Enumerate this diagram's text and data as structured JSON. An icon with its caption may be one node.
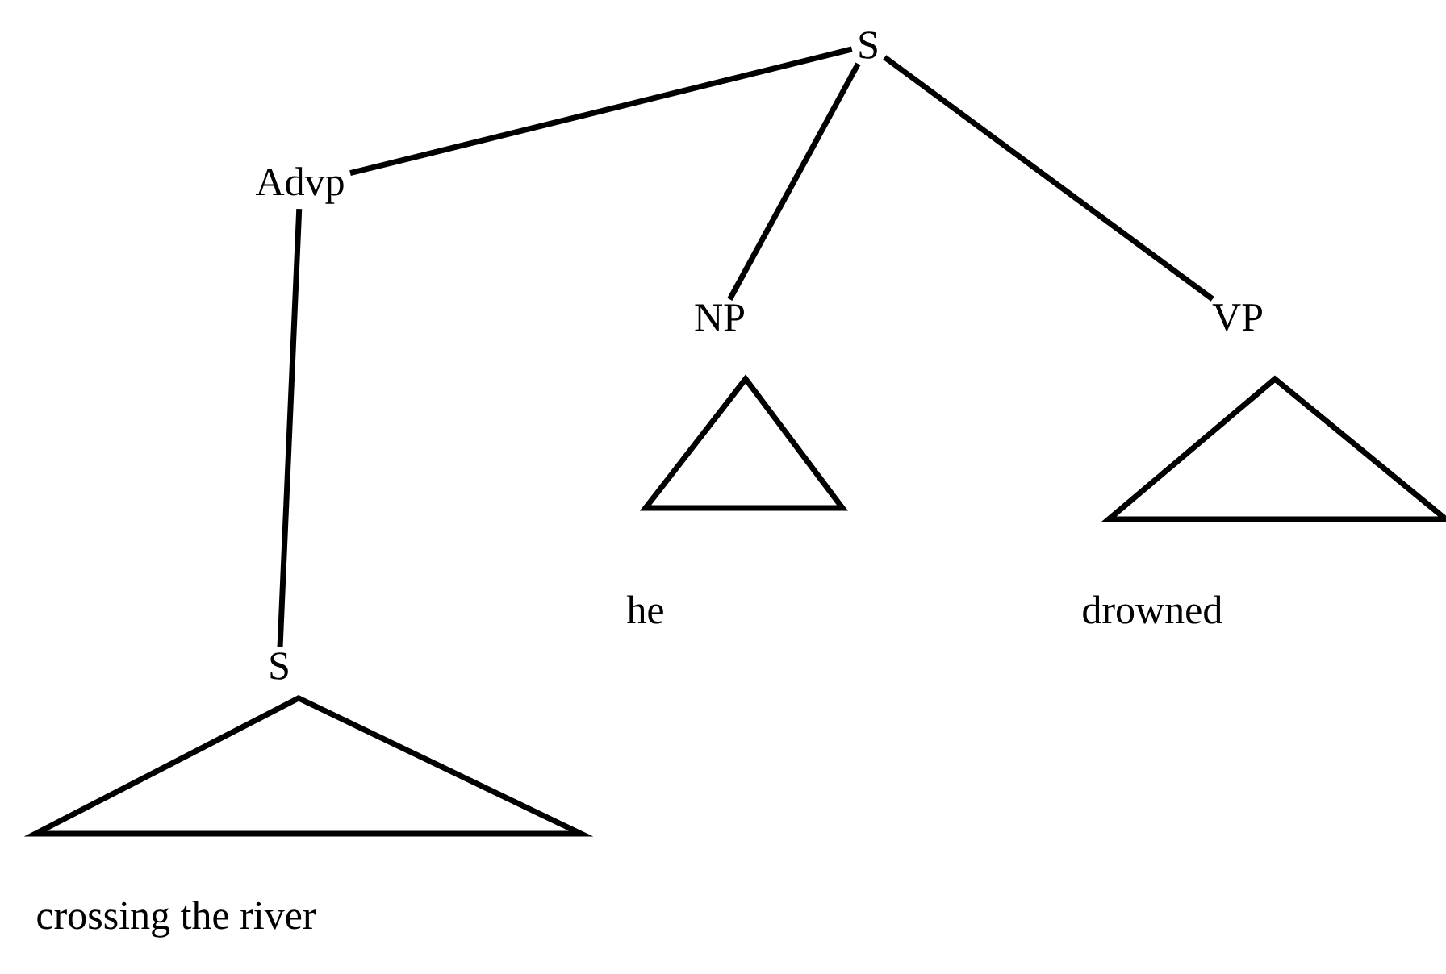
{
  "diagram": {
    "nodes": [
      {
        "text": [
          "S"
        ]
      },
      {
        "text": [
          "Advp"
        ]
      },
      {
        "text": [
          "NP"
        ]
      },
      {
        "text": [
          "VP"
        ]
      },
      {
        "text": [
          "S"
        ]
      },
      {
        "text": [
          "he"
        ]
      },
      {
        "text": [
          "drowned"
        ]
      },
      {
        "text": [
          "crossing the river"
        ]
      }
    ],
    "edges": [
      {
        "from": 0,
        "to": 1,
        "arrow": "none"
      },
      {
        "from": 0,
        "to": 2,
        "arrow": "none"
      },
      {
        "from": 0,
        "to": 3,
        "arrow": "none"
      },
      {
        "from": 1,
        "to": 4,
        "arrow": "none"
      }
    ]
  }
}
